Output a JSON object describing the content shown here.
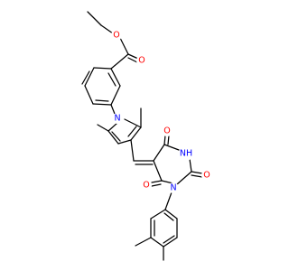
{
  "molecule": {
    "atoms": {
      "ester_O": {
        "symbol": "O",
        "color": "#ff0000"
      },
      "carbonyl_O_ester": {
        "symbol": "O",
        "color": "#ff0000"
      },
      "pyrrole_N": {
        "symbol": "N",
        "color": "#0000ff"
      },
      "O_top_ring": {
        "symbol": "O",
        "color": "#ff0000"
      },
      "NH_ring": {
        "symbol": "NH",
        "color": "#0000ff"
      },
      "O_left_ring": {
        "symbol": "O",
        "color": "#ff0000"
      },
      "O_right_ring": {
        "symbol": "O",
        "color": "#ff0000"
      },
      "N_ring": {
        "symbol": "N",
        "color": "#0000ff"
      }
    }
  }
}
